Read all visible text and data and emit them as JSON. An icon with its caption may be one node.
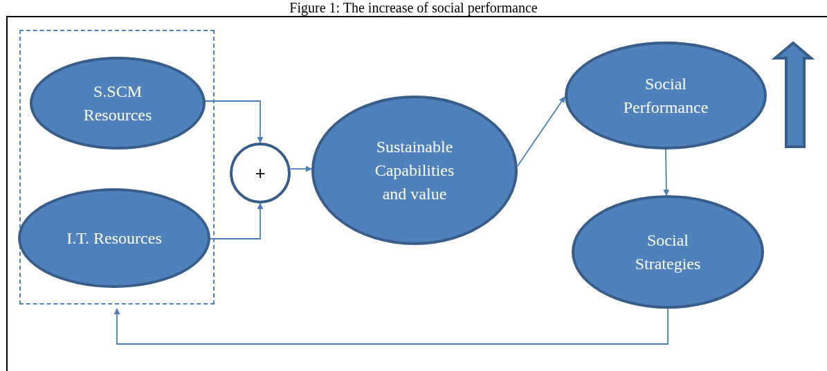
{
  "diagram": {
    "title": "Figure 1: The increase of social performance",
    "nodes": [
      {
        "text": [],
        "shape": "box"
      },
      {
        "text": [
          "S.SCM Resources"
        ],
        "in": 0
      },
      {
        "text": [
          "I.T. Resources"
        ],
        "in": 0
      },
      {
        "text": [
          "+"
        ]
      },
      {
        "text": [
          "Sustainable Capabilities and value"
        ]
      },
      {
        "text": [
          "Social Performance"
        ]
      },
      {
        "text": [
          "Social Strategies"
        ]
      }
    ],
    "edges": [
      {
        "from": 1,
        "to": 3,
        "arrow": "to"
      },
      {
        "from": 2,
        "to": 3,
        "arrow": "to"
      },
      {
        "from": 3,
        "to": 4,
        "arrow": "to"
      },
      {
        "from": 4,
        "to": 5,
        "arrow": "to"
      },
      {
        "from": 5,
        "to": 6,
        "arrow": "to"
      },
      {
        "from": 6,
        "to": 0,
        "arrow": "to"
      }
    ]
  }
}
